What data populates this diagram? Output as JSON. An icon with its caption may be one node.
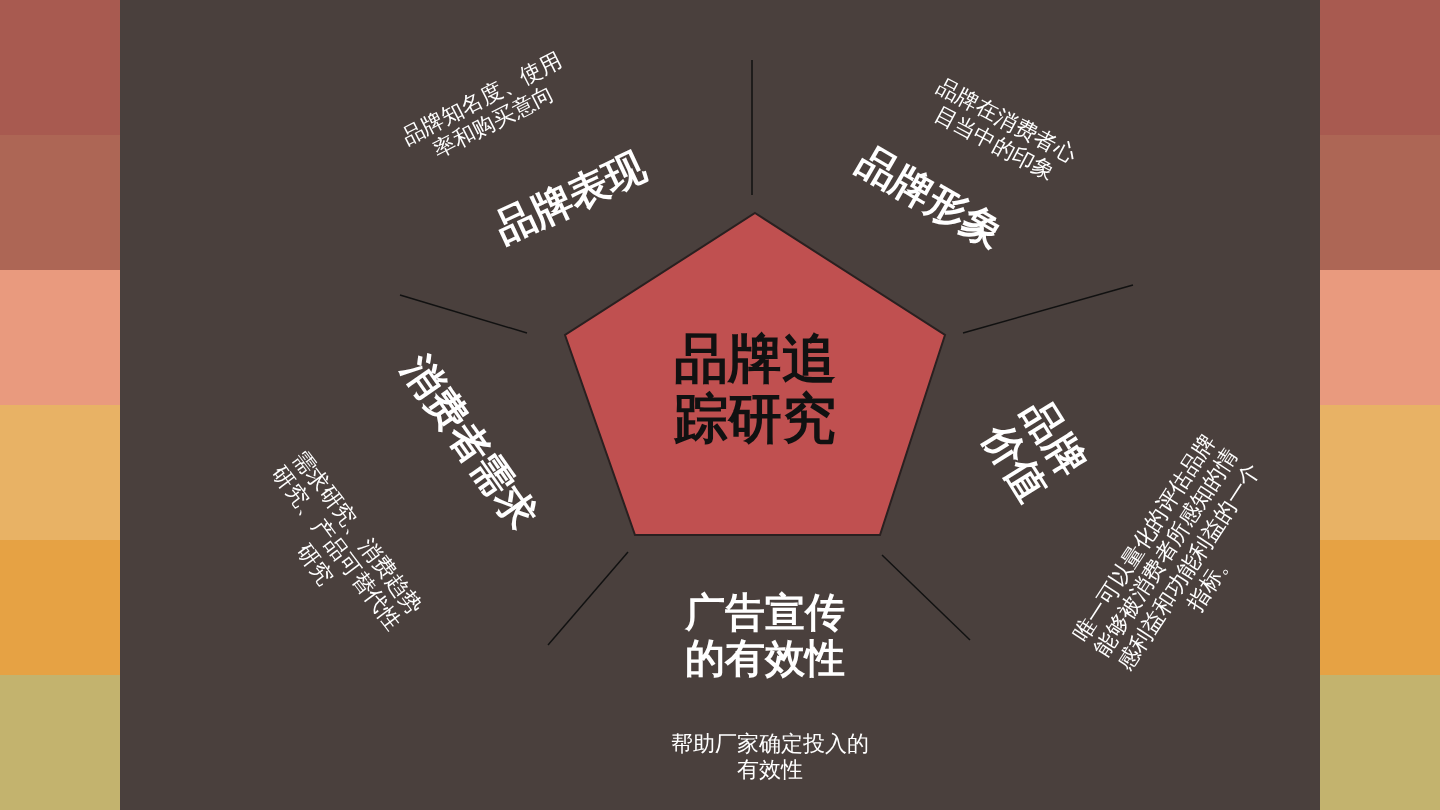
{
  "diagram": {
    "nodes": [
      {
        "text": [
          "品牌追踪研究"
        ]
      }
    ],
    "labels": [
      "品牌知名度、使用率和购买意向",
      "品牌在消费者心目当中的印象",
      "品牌表现",
      "品牌形象",
      "消费者需求",
      "需求研究、消费趋势研究、产品可替代性研究",
      "品牌价值",
      "唯一可以量化的评估品牌能够被消费者所感知的情感利益和功能利益的一个指标。",
      "广告宣传的有效性",
      "帮助厂家确定投入的有效性"
    ]
  }
}
